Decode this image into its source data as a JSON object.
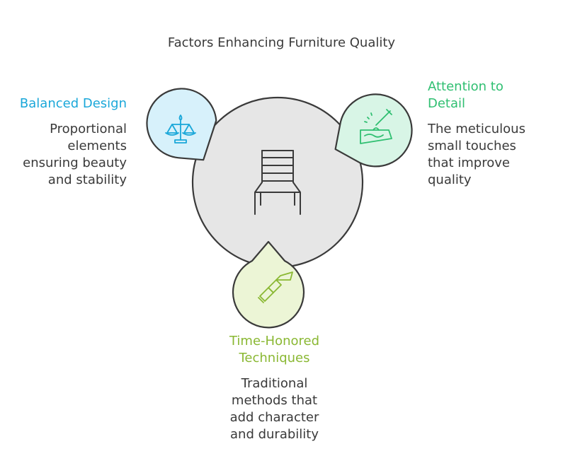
{
  "title": "Factors Enhancing Furniture Quality",
  "colors": {
    "center_fill": "#e6e6e6",
    "outline": "#3a3a3a",
    "balanced": "#1aa7d9",
    "balanced_fill": "#d7f1fb",
    "attention": "#2fbf71",
    "attention_fill": "#d8f5e6",
    "techniques": "#8ab833",
    "techniques_fill": "#ecf5d6"
  },
  "center": {
    "icon": "chair-icon"
  },
  "factors": [
    {
      "icon": "balance-scale-icon",
      "heading": "Balanced Design",
      "lines": [
        "Proportional",
        "elements",
        "ensuring beauty",
        "and stability"
      ]
    },
    {
      "icon": "carving-tool-icon",
      "heading_lines": [
        "Attention to",
        "Detail"
      ],
      "lines": [
        "The meticulous",
        "small touches",
        "that improve",
        "quality"
      ]
    },
    {
      "icon": "chisel-icon",
      "heading_lines": [
        "Time-Honored",
        "Techniques"
      ],
      "lines": [
        "Traditional",
        "methods that",
        "add character",
        "and durability"
      ]
    }
  ]
}
